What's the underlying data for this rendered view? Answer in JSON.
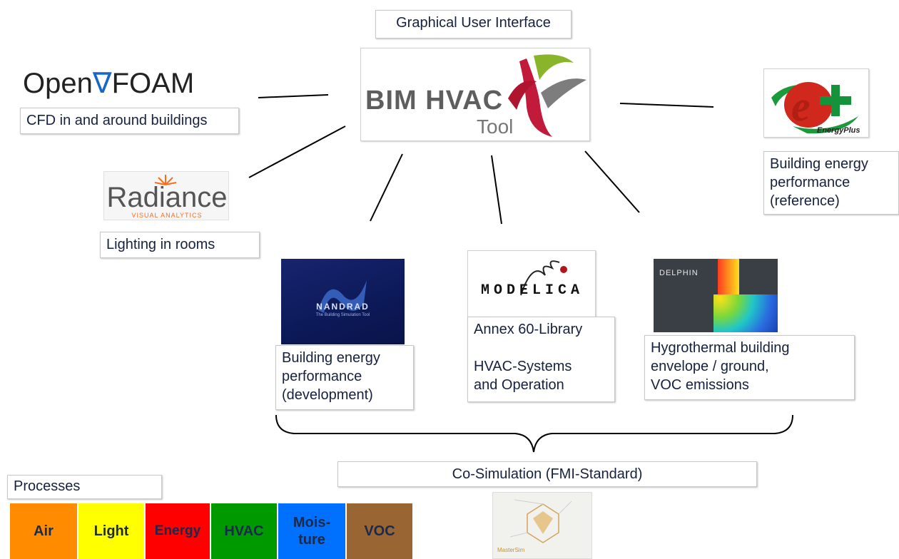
{
  "gui": {
    "header": "Graphical User Interface",
    "logo_main": "BIM HVAC",
    "logo_sub": "Tool"
  },
  "openfoam": {
    "logo": "Open",
    "logo_b": "FOAM",
    "caption": "CFD in and around buildings"
  },
  "radiance": {
    "logo": "Radiance",
    "logo_sub": "VISUAL ANALYTICS",
    "caption": "Lighting in rooms"
  },
  "energyplus": {
    "logo_sub": "EnergyPlus",
    "caption": "Building energy\nperformance\n(reference)"
  },
  "nandrad": {
    "logo": "NANDRAD",
    "tagline": "The Building Simulation Tool",
    "caption": "Building energy\nperformance\n(development)"
  },
  "modelica": {
    "logo": "MODELICA",
    "caption": "Annex 60-Library\n\nHVAC-Systems\nand Operation"
  },
  "delphin": {
    "logo": "DELPHIN",
    "caption": "Hygrothermal building\nenvelope / ground,\nVOC emissions"
  },
  "cosim": {
    "label": "Co-Simulation (FMI-Standard)",
    "logo": "MasterSim"
  },
  "processes": {
    "title": "Processes",
    "items": [
      {
        "label": "Air",
        "color": "#ff8c00"
      },
      {
        "label": "Light",
        "color": "#ffff00"
      },
      {
        "label": "Energy",
        "color": "#ff0000"
      },
      {
        "label": "HVAC",
        "color": "#009900"
      },
      {
        "label": "Mois-\nture",
        "color": "#0070ff"
      },
      {
        "label": "VOC",
        "color": "#996633"
      }
    ]
  }
}
